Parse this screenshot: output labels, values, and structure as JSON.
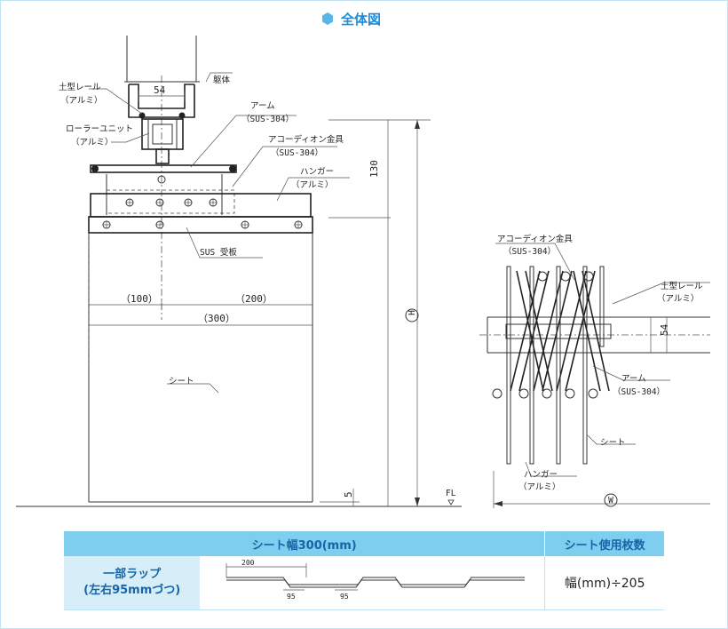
{
  "title": "全体図",
  "front_view": {
    "labels": {
      "rail": "土型レール",
      "rail_material": "（アルミ）",
      "frame": "躯体",
      "arm": "アーム",
      "arm_material": "（SUS-304）",
      "roller": "ローラーユニット",
      "roller_material": "（アルミ）",
      "bracket": "アコーディオン金具",
      "bracket_material": "（SUS-304）",
      "hanger": "ハンガー",
      "hanger_material": "（アルミ）",
      "plate": "SUS 受板",
      "sheet": "シート",
      "floor": "FL"
    },
    "dimensions": {
      "rail_width": "54",
      "left_span": "（100）",
      "right_span": "（200）",
      "total_width": "（300）",
      "height_part": "130",
      "height_symbol": "H",
      "floor_gap": "5"
    }
  },
  "side_view": {
    "labels": {
      "bracket": "アコーディオン金具",
      "bracket_material": "（SUS-304）",
      "rail": "土型レール",
      "rail_material": "（アルミ）",
      "arm": "アーム",
      "arm_material": "（SUS-304）",
      "sheet": "シート",
      "hanger": "ハンガー",
      "hanger_material": "（アルミ）"
    },
    "dimensions": {
      "rail_width": "54",
      "width_symbol": "W"
    }
  },
  "table": {
    "header_sheet": "シート幅300(mm)",
    "header_count": "シート使用枚数",
    "row_label_line1": "一部ラップ",
    "row_label_line2": "(左右95mmづつ)",
    "dim_200": "200",
    "dim_95a": "95",
    "dim_95b": "95",
    "count_formula": "幅(mm)÷205"
  },
  "colors": {
    "accent": "#1f8bd6",
    "header_bg": "#7ecfef",
    "label_bg": "#d7eef9",
    "frame": "#bfe3f5"
  }
}
